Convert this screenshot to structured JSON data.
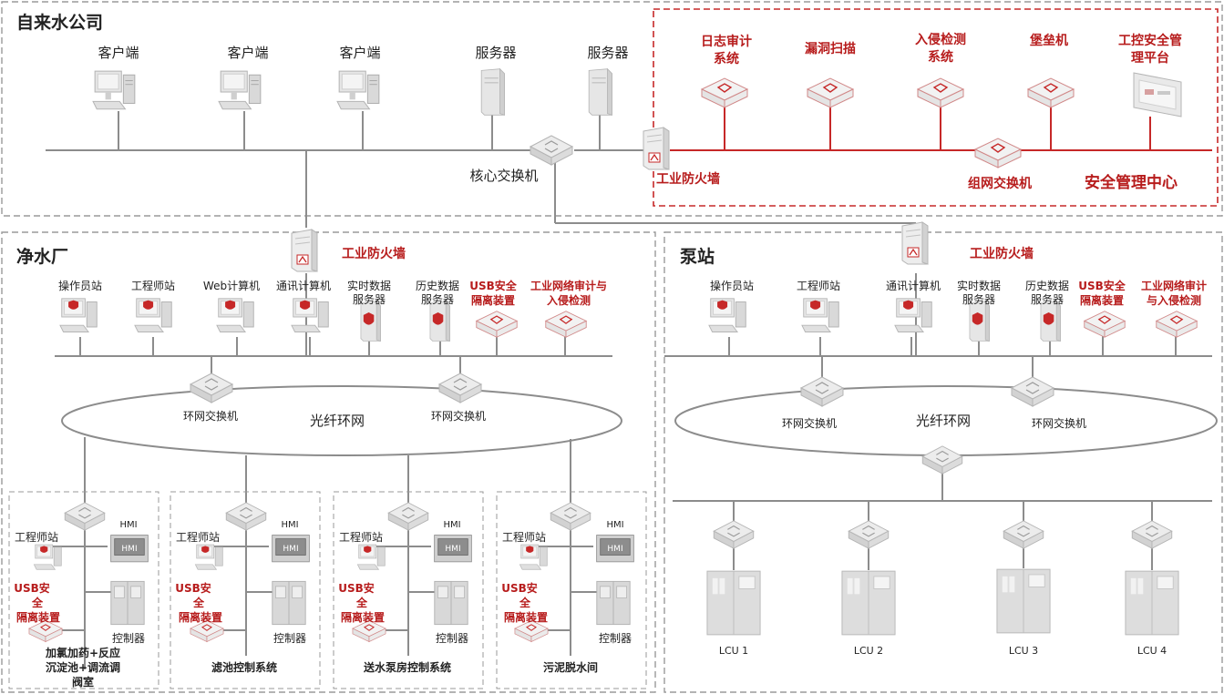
{
  "zones": {
    "company": "自来水公司",
    "plant": "净水厂",
    "pump": "泵站",
    "security_center": "安全管理中心"
  },
  "company": {
    "clients": [
      "客户端",
      "客户端",
      "客户端"
    ],
    "servers": [
      "服务器",
      "服务器"
    ],
    "core_switch": "核心交换机",
    "firewall": "工业防火墙",
    "network_switch": "组网交换机",
    "security_devices": [
      {
        "line1": "日志审计",
        "line2": "系统"
      },
      {
        "line1": "漏洞扫描",
        "line2": ""
      },
      {
        "line1": "入侵检测",
        "line2": "系统"
      },
      {
        "line1": "堡垒机",
        "line2": ""
      },
      {
        "line1": "工控安全管",
        "line2": "理平台"
      }
    ]
  },
  "plant": {
    "firewall": "工业防火墙",
    "stations": [
      {
        "line1": "操作员站",
        "line2": ""
      },
      {
        "line1": "工程师站",
        "line2": ""
      },
      {
        "line1": "Web计算机",
        "line2": ""
      },
      {
        "line1": "通讯计算机",
        "line2": ""
      },
      {
        "line1": "实时数据",
        "line2": "服务器"
      },
      {
        "line1": "历史数据",
        "line2": "服务器"
      }
    ],
    "usb": {
      "line1": "USB安全",
      "line2": "隔离装置"
    },
    "audit": {
      "line1": "工业网络审计与",
      "line2": "入侵检测"
    },
    "ring_switch": "环网交换机",
    "ring_switch_2": "环网交换机",
    "ring": "光纤环网",
    "subsystems": [
      {
        "name": "加氯加药+反应沉淀池+调流调阀室",
        "name_lines": [
          "加氯加药+反应",
          "沉淀池+调流调",
          "阀室"
        ],
        "eng": "工程师站",
        "hmi": "HMI",
        "hmi_screen": "HMI",
        "usb_lines": [
          "USB安",
          "全",
          "隔离装置"
        ],
        "controller": "控制器"
      },
      {
        "name": "滤池控制系统",
        "name_lines": [
          "滤池控制系统"
        ],
        "eng": "工程师站",
        "hmi": "HMI",
        "hmi_screen": "HMI",
        "usb_lines": [
          "USB安",
          "全",
          "隔离装置"
        ],
        "controller": "控制器"
      },
      {
        "name": "送水泵房控制系统",
        "name_lines": [
          "送水泵房控制系统"
        ],
        "eng": "工程师站",
        "hmi": "HMI",
        "hmi_screen": "HMI",
        "usb_lines": [
          "USB安",
          "全",
          "隔离装置"
        ],
        "controller": "控制器"
      },
      {
        "name": "污泥脱水间",
        "name_lines": [
          "污泥脱水间"
        ],
        "eng": "工程师站",
        "hmi": "HMI",
        "hmi_screen": "HMI",
        "usb_lines": [
          "USB安",
          "全",
          "隔离装置"
        ],
        "controller": "控制器"
      }
    ]
  },
  "pump": {
    "firewall": "工业防火墙",
    "stations": [
      {
        "line1": "操作员站",
        "line2": ""
      },
      {
        "line1": "工程师站",
        "line2": ""
      },
      {
        "line1": "通讯计算机",
        "line2": ""
      },
      {
        "line1": "实时数据",
        "line2": "服务器"
      },
      {
        "line1": "历史数据",
        "line2": "服务器"
      }
    ],
    "usb": {
      "line1": "USB安全",
      "line2": "隔离装置"
    },
    "audit": {
      "line1": "工业网络审计",
      "line2": "与入侵检测"
    },
    "ring_switch": "环网交换机",
    "ring_switch_2": "环网交换机",
    "ring": "光纤环网",
    "lcus": [
      "LCU 1",
      "LCU 2",
      "LCU 3",
      "LCU 4"
    ]
  },
  "colors": {
    "accent": "#c62828",
    "line": "#8c8c8c",
    "device": "#dcdcdc"
  },
  "icons": [
    "computer-icon",
    "server-icon",
    "switch-icon",
    "firewall-icon",
    "security-appliance-icon",
    "hmi-icon",
    "controller-cabinet-icon",
    "lcu-cabinet-icon"
  ]
}
